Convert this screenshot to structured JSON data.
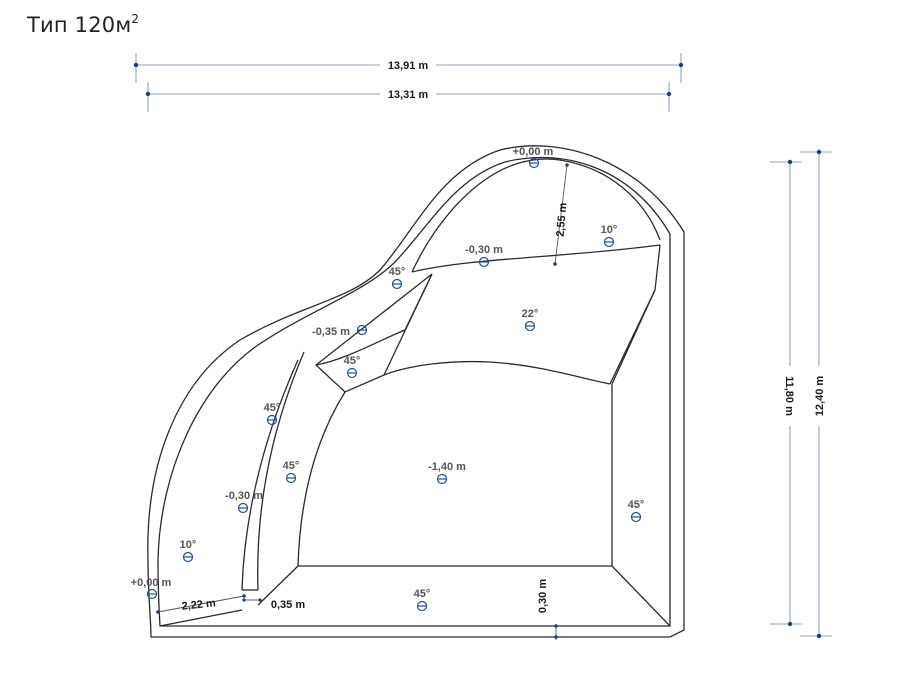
{
  "title": {
    "text": "Тип 120м",
    "sup": "2"
  },
  "dimensions": {
    "overall_width": "13,91 m",
    "inner_width": "13,31 m",
    "inner_height": "11,80 m",
    "overall_height": "12,40 m",
    "arc_width": "2,55 m",
    "bench_width": "2,22 m",
    "step_width": "0,35 m",
    "wall_thickness": "0,30 m"
  },
  "markers": [
    {
      "id": "top-level",
      "label": "+0,00 m"
    },
    {
      "id": "top-right-slope",
      "label": "10°"
    },
    {
      "id": "upper-level",
      "label": "-0,30 m"
    },
    {
      "id": "upper-left-slope",
      "label": "45°"
    },
    {
      "id": "upper-floor-slope",
      "label": "22°"
    },
    {
      "id": "left-ledge-level",
      "label": "-0,35 m"
    },
    {
      "id": "inner-corner-slope",
      "label": "45°"
    },
    {
      "id": "left-bench-slope",
      "label": "45°"
    },
    {
      "id": "left-wall-slope",
      "label": "45°"
    },
    {
      "id": "deep-floor-level",
      "label": "-1,40 m"
    },
    {
      "id": "left-bench-level",
      "label": "-0,30 m"
    },
    {
      "id": "right-wall-slope",
      "label": "45°"
    },
    {
      "id": "bottom-left-slope",
      "label": "10°"
    },
    {
      "id": "bottom-left-level",
      "label": "+0,00 m"
    },
    {
      "id": "bottom-wall-slope",
      "label": "45°"
    }
  ]
}
